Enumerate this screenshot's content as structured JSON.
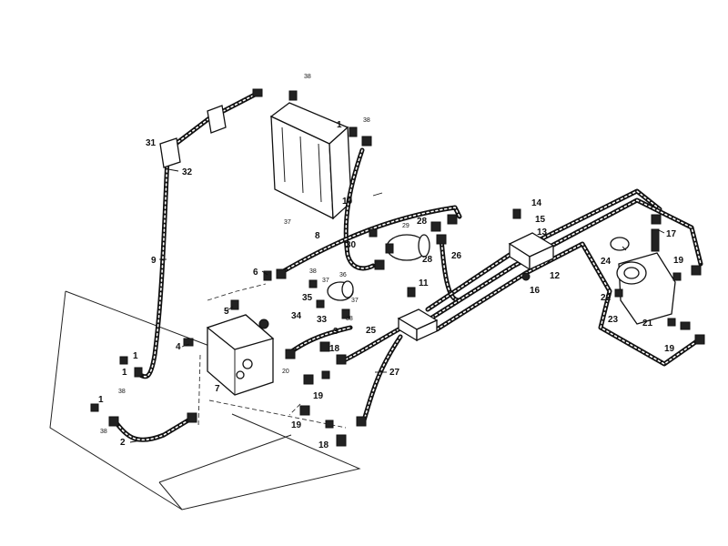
{
  "diagram": {
    "labels": {
      "p1a": "1",
      "p1b": "1",
      "p1c": "1",
      "p1d": "1",
      "p2": "2",
      "p3": "3",
      "p4": "4",
      "p5": "5",
      "p6": "6",
      "p7": "7",
      "p8": "8",
      "p9": "9",
      "p10": "10",
      "p11": "11",
      "p12": "12",
      "p13": "13",
      "p14": "14",
      "p15": "15",
      "p16": "16",
      "p17": "17",
      "p18a": "18",
      "p18b": "18",
      "p19a": "19",
      "p19b": "19",
      "p19c": "19",
      "p19d": "19",
      "p20": "20",
      "p21": "21",
      "p22": "22",
      "p23": "23",
      "p24": "24",
      "p25": "25",
      "p26": "26",
      "p27": "27",
      "p28a": "28",
      "p28b": "28",
      "p29": "29",
      "p30": "30",
      "p31": "31",
      "p32": "32",
      "p33": "33",
      "p34": "34",
      "p35": "35",
      "p36": "36",
      "p37a": "37",
      "p37b": "37",
      "p37c": "37",
      "p38a": "38",
      "p38b": "38",
      "p38c": "38",
      "p38d": "38",
      "p38e": "38",
      "p38f": "38"
    }
  }
}
